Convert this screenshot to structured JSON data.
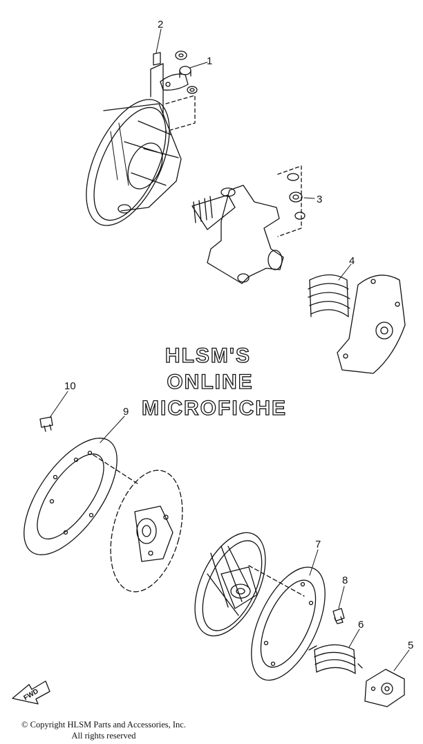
{
  "watermark": {
    "line1": "HLSM'S",
    "line2": "ONLINE",
    "line3": "MICROFICHE"
  },
  "copyright": {
    "line1": "© Copyright HLSM Parts and Accessories, Inc.",
    "line2": "All rights reserved"
  },
  "fwd_label": "FWD",
  "callouts": [
    "1",
    "2",
    "3",
    "4",
    "5",
    "6",
    "7",
    "8",
    "9",
    "10"
  ]
}
